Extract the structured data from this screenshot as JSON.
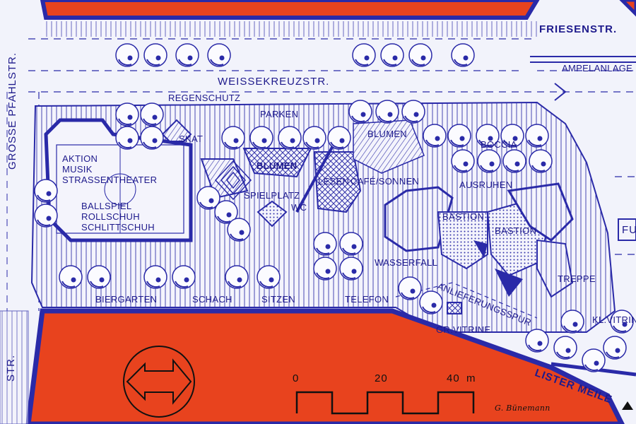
{
  "streets": {
    "friesenstr": "FRIESENSTR.",
    "weissekreuzstr": "WEISSEKREUZSTR.",
    "grosse_pfahlstr": "GROSSE PFAHLSTR.",
    "lister_meile": "LISTER MEILE",
    "str_fragment": "STR."
  },
  "features": {
    "ampelanlage": "AMPELANLAGE",
    "regenschutz": "REGENSCHUTZ",
    "parken": "PARKEN",
    "blumen_top": "BLUMEN",
    "boccia": "BOCCIA",
    "skat": "SKAT",
    "blumen_mid": "BLUMEN",
    "lesen": "LESEN",
    "cafe": "CAFÉ/SONNEN",
    "ausruhen": "AUSRUHEN",
    "aktion": "AKTION",
    "musik": "MUSIK",
    "strassentheater": "STRASSENTHEATER",
    "spielplatz": "SPIELPLATZ",
    "wc": "WC",
    "ballspiel": "BALLSPIEL",
    "rollschuh": "ROLLSCHUH",
    "schlittschuh": "SCHLITTSCHUH",
    "bastion_1": "BASTION",
    "bastion_2": "BASTION",
    "wasserfall": "WASSERFALL",
    "treppe": "TREPPE",
    "anlieferungsspur": "ANLIEFERUNGSSPUR",
    "biergarten": "BIERGARTEN",
    "schach": "SCHACH",
    "sitzen": "SITZEN",
    "telefon": "TELEFON",
    "gr_vitrine": "GR.VITRINE",
    "kl_vitrine": "KL.VITRINE",
    "fu_fragment": "FU"
  },
  "scale_bar": {
    "ticks": [
      "0",
      "20",
      "40"
    ],
    "unit": "m"
  },
  "signature": "G. Bünemann",
  "colors": {
    "ink": "#2a2aa8",
    "building": "#e8431e",
    "paper": "#f2f3fb"
  }
}
